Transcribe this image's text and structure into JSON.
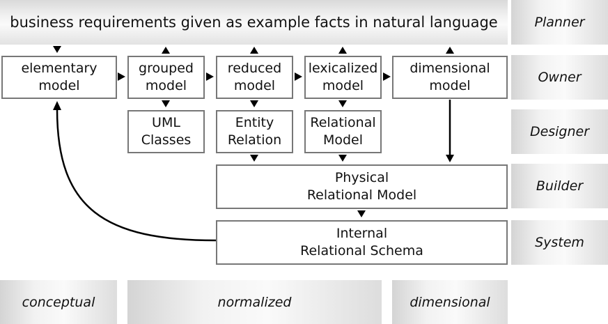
{
  "banner": "business requirements given as example facts in natural language",
  "side_labels": {
    "planner": "Planner",
    "owner": "Owner",
    "designer": "Designer",
    "builder": "Builder",
    "system": "System"
  },
  "bottom_labels": {
    "conceptual": "conceptual",
    "normalized": "normalized",
    "dimensional": "dimensional"
  },
  "owner_boxes": {
    "elementary": "elementary\nmodel",
    "grouped": "grouped\nmodel",
    "reduced": "reduced\nmodel",
    "lexicalized": "lexicalized\nmodel",
    "dimensional": "dimensional\nmodel"
  },
  "designer_boxes": {
    "uml": "UML\nClasses",
    "er": "Entity\nRelation",
    "relational": "Relational\nModel"
  },
  "builder_box": "Physical\nRelational Model",
  "system_box": "Internal\nRelational Schema"
}
